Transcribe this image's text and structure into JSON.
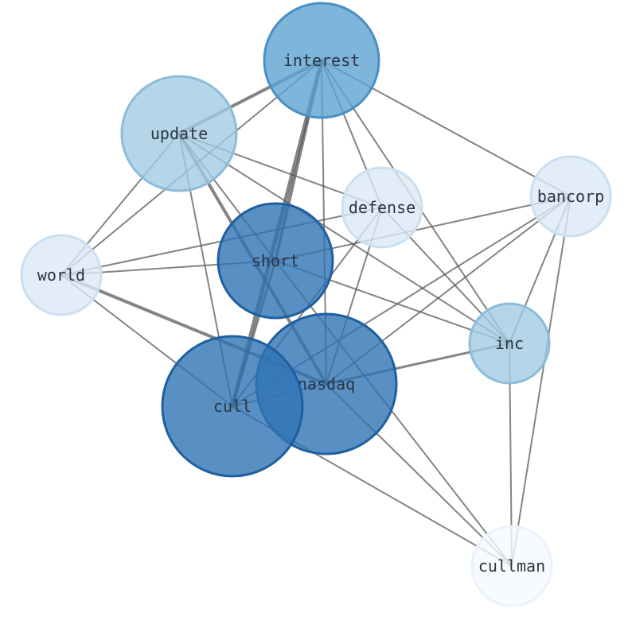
{
  "graph": {
    "nodes": [
      {
        "id": "interest",
        "label": "interest",
        "color": "#5ea3d1",
        "stroke": "#4a90c2"
      },
      {
        "id": "update",
        "label": "update",
        "color": "#a3cbe3",
        "stroke": "#8dbcd9"
      },
      {
        "id": "defense",
        "label": "defense",
        "color": "#dbe9f6",
        "stroke": "#cadff0"
      },
      {
        "id": "bancorp",
        "label": "bancorp",
        "color": "#dbe9f6",
        "stroke": "#cadff0"
      },
      {
        "id": "world",
        "label": "world",
        "color": "#dbe9f6",
        "stroke": "#cadff0"
      },
      {
        "id": "short",
        "label": "short",
        "color": "#2f74b5",
        "stroke": "#1f5fa0"
      },
      {
        "id": "inc",
        "label": "inc",
        "color": "#a3cbe3",
        "stroke": "#8dbcd9"
      },
      {
        "id": "nasdaq",
        "label": "nasdaq",
        "color": "#2f74b5",
        "stroke": "#1f5fa0"
      },
      {
        "id": "cull",
        "label": "cull",
        "color": "#2f74b5",
        "stroke": "#1f5fa0"
      },
      {
        "id": "cullman",
        "label": "cullman",
        "color": "#f5f9fe",
        "stroke": "#eaf2fb"
      }
    ],
    "edges": [
      {
        "source": "interest",
        "target": "update",
        "weight": 4
      },
      {
        "source": "interest",
        "target": "world",
        "weight": 2
      },
      {
        "source": "interest",
        "target": "short",
        "weight": 4
      },
      {
        "source": "interest",
        "target": "cull",
        "weight": 5
      },
      {
        "source": "interest",
        "target": "defense",
        "weight": 2
      },
      {
        "source": "interest",
        "target": "bancorp",
        "weight": 2
      },
      {
        "source": "interest",
        "target": "inc",
        "weight": 2
      },
      {
        "source": "interest",
        "target": "nasdaq",
        "weight": 2
      },
      {
        "source": "update",
        "target": "world",
        "weight": 2
      },
      {
        "source": "update",
        "target": "defense",
        "weight": 2
      },
      {
        "source": "update",
        "target": "nasdaq",
        "weight": 4
      },
      {
        "source": "update",
        "target": "cull",
        "weight": 2
      },
      {
        "source": "update",
        "target": "inc",
        "weight": 2
      },
      {
        "source": "update",
        "target": "short",
        "weight": 2
      },
      {
        "source": "world",
        "target": "short",
        "weight": 2
      },
      {
        "source": "world",
        "target": "defense",
        "weight": 2
      },
      {
        "source": "world",
        "target": "nasdaq",
        "weight": 4
      },
      {
        "source": "world",
        "target": "cull",
        "weight": 2
      },
      {
        "source": "short",
        "target": "bancorp",
        "weight": 2
      },
      {
        "source": "short",
        "target": "inc",
        "weight": 2
      },
      {
        "source": "short",
        "target": "cull",
        "weight": 3
      },
      {
        "source": "short",
        "target": "cullman",
        "weight": 2
      },
      {
        "source": "defense",
        "target": "inc",
        "weight": 2
      },
      {
        "source": "defense",
        "target": "nasdaq",
        "weight": 2
      },
      {
        "source": "defense",
        "target": "cull",
        "weight": 2
      },
      {
        "source": "bancorp",
        "target": "inc",
        "weight": 2
      },
      {
        "source": "bancorp",
        "target": "cullman",
        "weight": 2
      },
      {
        "source": "bancorp",
        "target": "cull",
        "weight": 2
      },
      {
        "source": "bancorp",
        "target": "nasdaq",
        "weight": 2
      },
      {
        "source": "inc",
        "target": "nasdaq",
        "weight": 3
      },
      {
        "source": "inc",
        "target": "cullman",
        "weight": 2
      },
      {
        "source": "nasdaq",
        "target": "cull",
        "weight": 2
      },
      {
        "source": "nasdaq",
        "target": "cullman",
        "weight": 2
      },
      {
        "source": "cull",
        "target": "cullman",
        "weight": 2
      }
    ]
  }
}
